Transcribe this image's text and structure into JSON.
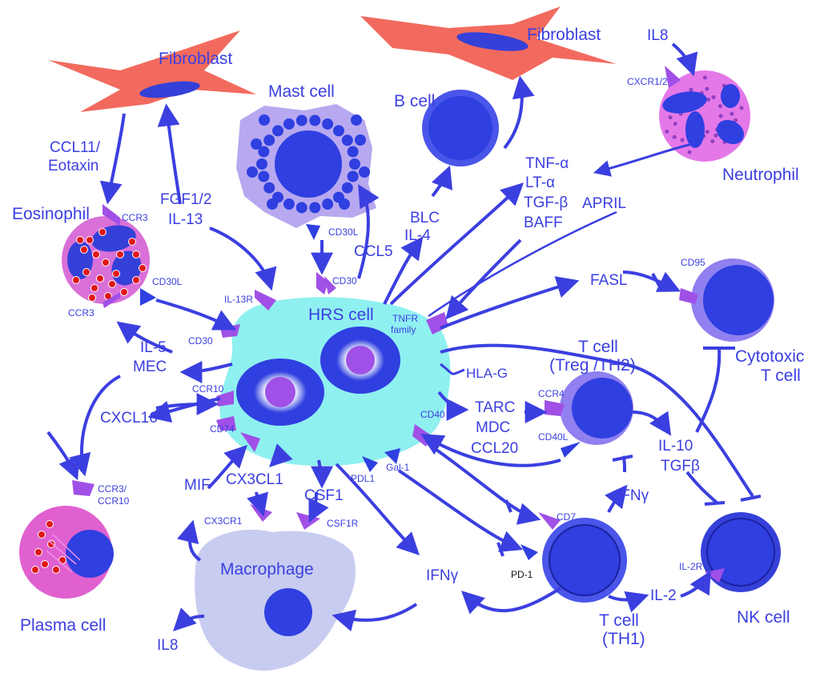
{
  "cells": {
    "fibroblast_left": "Fibroblast",
    "fibroblast_right": "Fibroblast",
    "mast_cell": "Mast cell",
    "b_cell": "B cell",
    "neutrophil": "Neutrophil",
    "eosinophil": "Eosinophil",
    "hrs_cell": "HRS cell",
    "t_cell_treg_line1": "T cell",
    "t_cell_treg_line2": "(Treg /TH2)",
    "cytotoxic_line1": "Cytotoxic",
    "cytotoxic_line2": "T cell",
    "nk_cell": "NK cell",
    "t_cell_th1_line1": "T cell",
    "t_cell_th1_line2": "(TH1)",
    "macrophage": "Macrophage",
    "plasma_cell": "Plasma cell"
  },
  "molecules": {
    "ccl11": "CCL11/",
    "eotaxin": "Eotaxin",
    "fgf": "FGF1/2",
    "il13": "IL-13",
    "ccl5": "CCL5",
    "blc": "BLC",
    "il4": "IL-4",
    "tnfa": "TNF-α",
    "lta": "LT-α",
    "tgfb": "TGF-β",
    "baff": "BAFF",
    "april": "APRIL",
    "il8_top": "IL8",
    "fasl": "FASL",
    "il5": "IL-5",
    "mec": "MEC",
    "hlag": "HLA-G",
    "tarc": "TARC",
    "mdc": "MDC",
    "ccl20": "CCL20",
    "cxcl16": "CXCL16",
    "il10": "IL-10",
    "tgfb2": "TGFβ",
    "ifng_right": "IFNγ",
    "ifng_mid": "IFNγ",
    "mif": "MIF",
    "cx3cl1": "CX3CL1",
    "csf1": "CSF1",
    "il2": "IL-2",
    "il8_bottom": "IL8"
  },
  "receptors": {
    "ccr3_top": "CCR3",
    "cd30l_eos": "CD30L",
    "ccr3_bottom": "CCR3",
    "il13r": "IL-13R",
    "cd30l_mast": "CD30L",
    "cd30_top": "CD30",
    "tnfr_line1": "TNFR",
    "tnfr_line2": "family",
    "cxcr12": "CXCR1/2",
    "cd95": "CD95",
    "cd30_left": "CD30",
    "ccr10": "CCR10",
    "cd74": "CD74",
    "cd40": "CD40",
    "ccr4": "CCR4",
    "cd40l": "CD40L",
    "gal1": "Gal-1",
    "pdl1": "PDL1",
    "ccr3_plasma_line1": "CCR3/",
    "ccr3_plasma_line2": "CCR10",
    "cx3cr1": "CX3CR1",
    "csf1r": "CSF1R",
    "cd7": "CD7",
    "pd1": "PD-1",
    "il2r": "IL-2R"
  },
  "colors": {
    "arrow": "#3b3fe0",
    "cell_blue": "#2f3fe0",
    "hrs_body": "#8ff0f0",
    "receptor": "#a050e6",
    "fibroblast": "#f26a5e",
    "plasma": "#e060d0",
    "macrophage": "#c8ccf0",
    "mast": "#b7a8f0"
  }
}
